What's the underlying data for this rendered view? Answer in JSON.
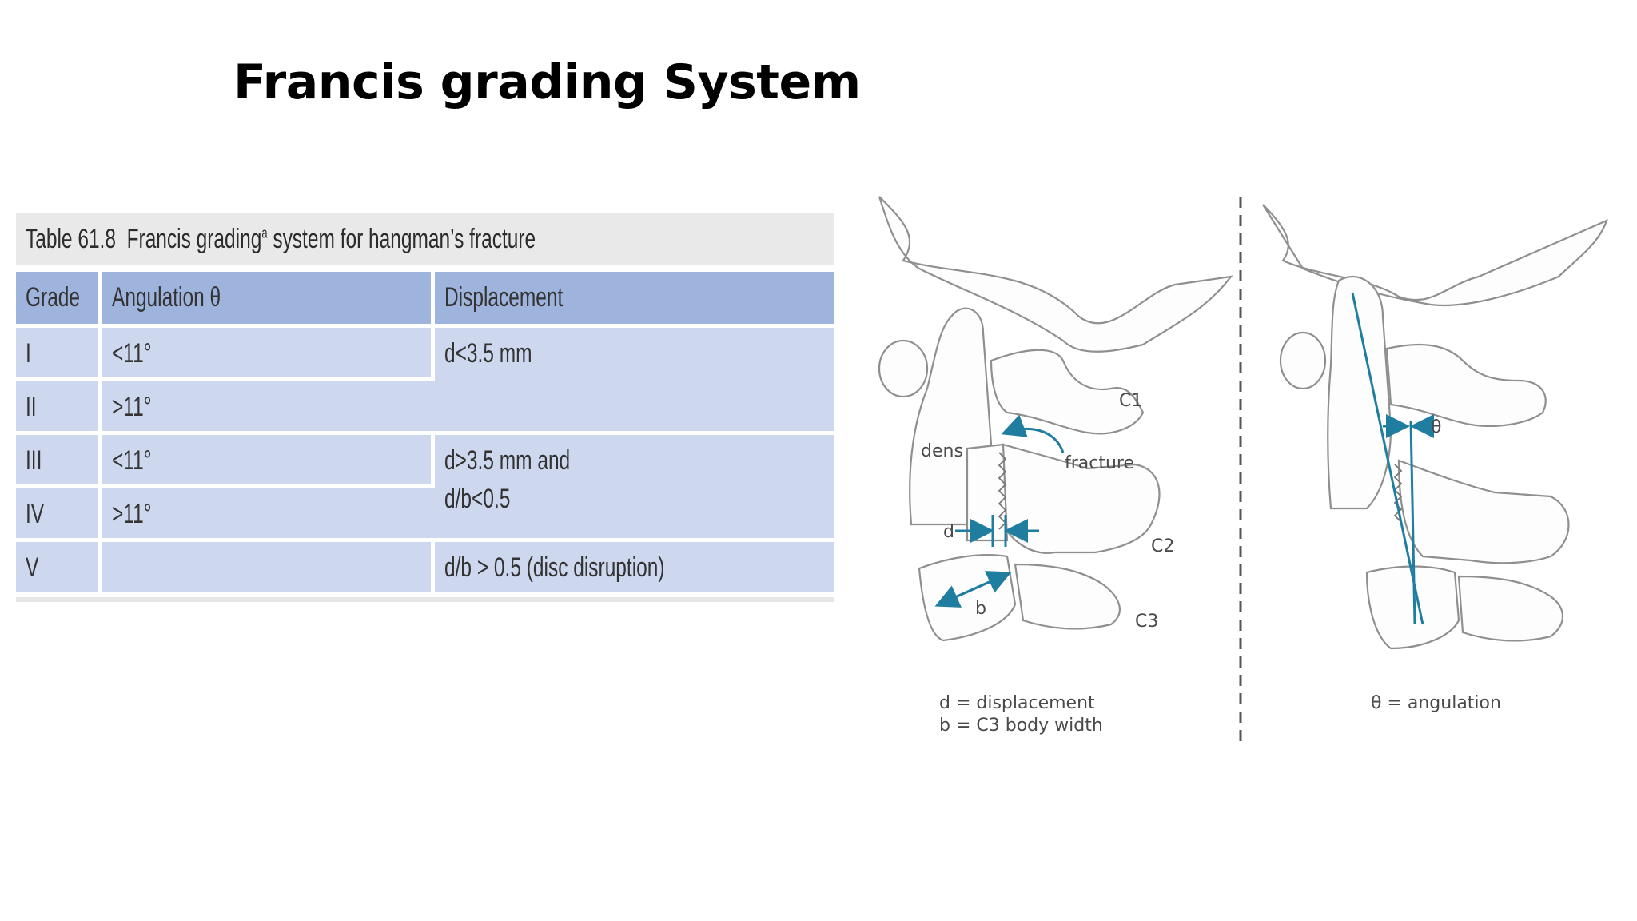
{
  "slide": {
    "title": "Francis grading System"
  },
  "table": {
    "caption_number": "Table 61.8",
    "caption_text_before": "Francis grading",
    "caption_footnote": "a",
    "caption_text_after": " system for hangman’s fracture",
    "headers": [
      "Grade",
      "Angulation θ",
      "Displacement"
    ],
    "rows": [
      {
        "grade": "I",
        "angulation": "<11°"
      },
      {
        "grade": "II",
        "angulation": ">11°"
      },
      {
        "grade": "III",
        "angulation": "<11°"
      },
      {
        "grade": "IV",
        "angulation": ">11°"
      },
      {
        "grade": "V",
        "angulation": ""
      }
    ],
    "displacement": {
      "grades_1_2": "d<3.5 mm",
      "grades_3_4_line1": "d>3.5 mm and",
      "grades_3_4_line2": "d/b<0.5",
      "grade_5": "d/b > 0.5 (disc disruption)"
    }
  },
  "figure": {
    "accent_color": "#1f7ea0",
    "left_panel": {
      "labels": {
        "c1": "C1",
        "c2": "C2",
        "c3": "C3",
        "dens": "dens",
        "fracture": "fracture",
        "d": "d",
        "b": "b"
      },
      "legend_line1": "d = displacement",
      "legend_line2": "b = C3 body width"
    },
    "right_panel": {
      "labels": {
        "theta": "θ"
      },
      "legend": "θ = angulation"
    }
  }
}
